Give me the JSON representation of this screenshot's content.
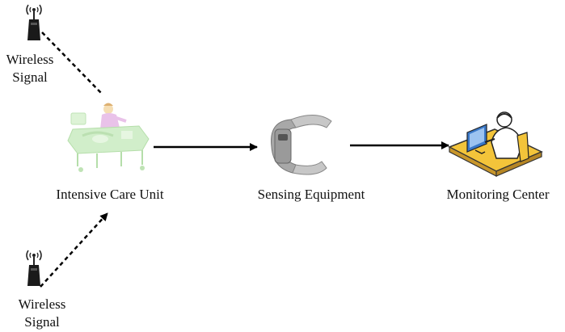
{
  "nodes": {
    "top_signal": {
      "line1": "Wireless",
      "line2": "Signal"
    },
    "bottom_signal": {
      "line1": "Wireless",
      "line2": "Signal"
    },
    "icu": {
      "label": "Intensive Care Unit"
    },
    "sensing": {
      "label": "Sensing Equipment"
    },
    "monitoring": {
      "label": "Monitoring Center"
    }
  },
  "colors": {
    "arrow": "#000000",
    "icu_tint": "#c9ecc1",
    "band": "#b9b9b9",
    "desk": "#f3c43a",
    "monitor": "#3a78c8"
  },
  "icons": [
    "antenna-icon",
    "icu-bed-icon",
    "wristband-icon",
    "monitoring-desk-icon"
  ]
}
